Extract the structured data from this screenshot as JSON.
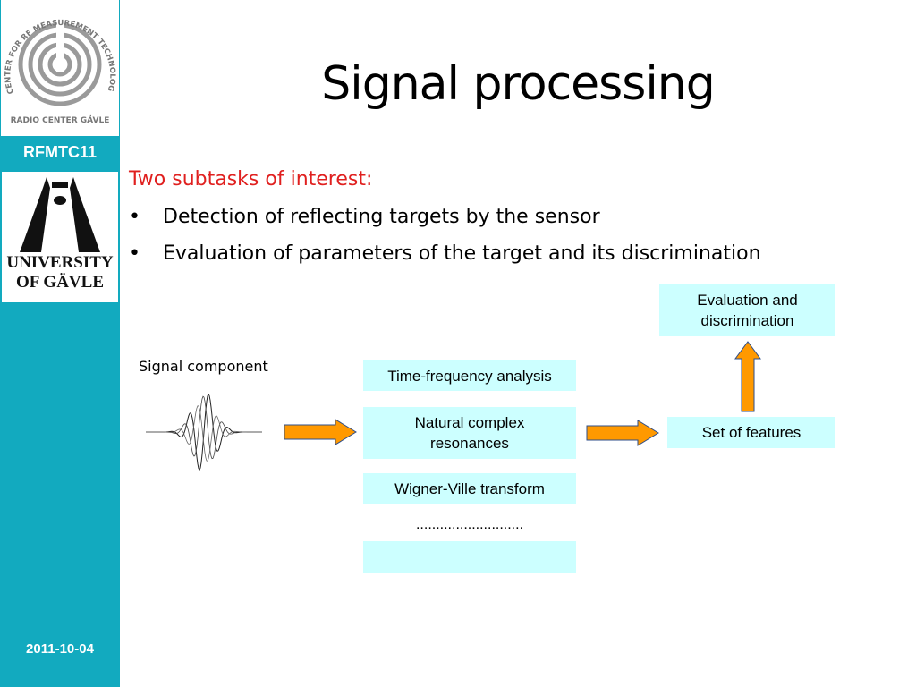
{
  "sidebar": {
    "logo_rf_text": "CENTER FOR RF MEASUREMENT TECHNOLOGY",
    "logo_rf_subtext": "RADIO CENTER GÄVLE",
    "label": "RFMTC11",
    "logo_ug_line1": "UNIVERSITY",
    "logo_ug_line2": "OF GÄVLE",
    "date": "2011-10-04"
  },
  "slide": {
    "title": "Signal processing",
    "subheading": "Two subtasks of interest:",
    "bullets": [
      "Detection of reflecting targets by the sensor",
      "Evaluation of parameters of the target and its discrimination"
    ]
  },
  "diagram": {
    "signal_label": "Signal component",
    "methods": [
      "Time-frequency analysis",
      "Natural complex resonances",
      "Wigner-Ville transform"
    ],
    "ellipsis": "...........................",
    "features": "Set of features",
    "evaluation": "Evaluation and discrimination"
  },
  "colors": {
    "sidebar": "#12aabf",
    "box_fill": "#ccffff",
    "arrow_fill": "#ff9900",
    "subheading": "#e0201f"
  }
}
